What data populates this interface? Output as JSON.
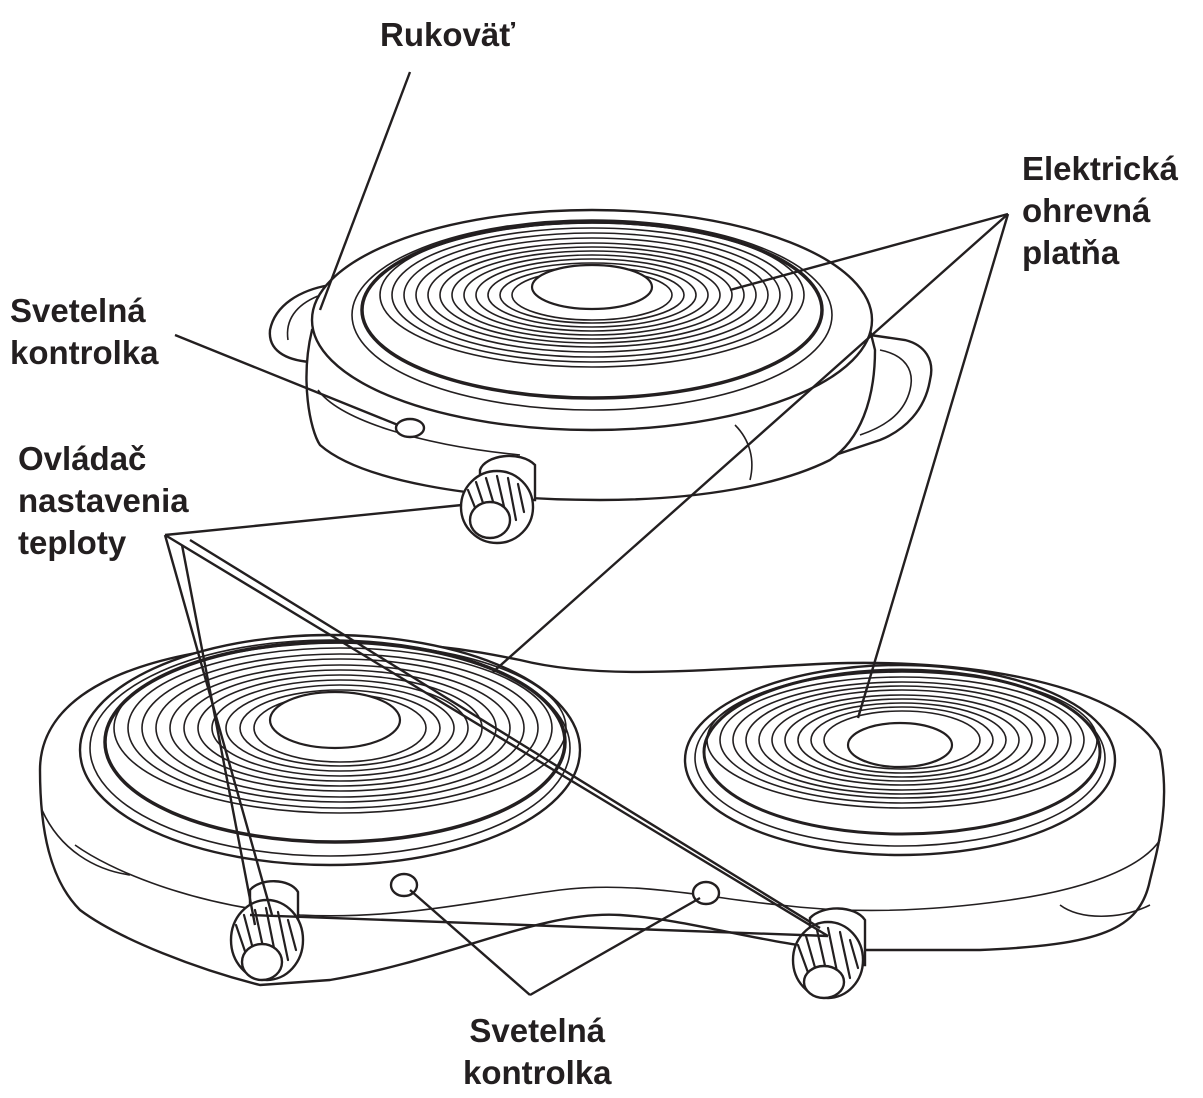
{
  "labels": {
    "handle": "Rukoväť",
    "hotplate": [
      "Elektrická",
      "ohrevná",
      "platňa"
    ],
    "indicator_top": [
      "Svetelná",
      "kontrolka"
    ],
    "knob": [
      "Ovládač",
      "nastavenia",
      "teploty"
    ],
    "indicator_bottom": [
      "Svetelná",
      "kontrolka"
    ]
  },
  "colors": {
    "ink": "#231f20",
    "background": "#ffffff"
  }
}
